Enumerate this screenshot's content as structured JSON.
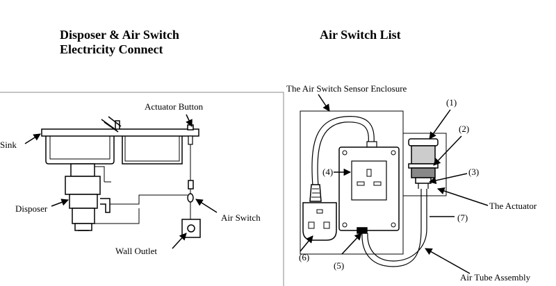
{
  "titles": {
    "left_line1": "Disposer & Air Switch",
    "left_line2": "Electricity Connect",
    "right": "Air Switch List"
  },
  "left_labels": {
    "sink": "Sink",
    "actuator_button": "Actuator Button",
    "disposer": "Disposer",
    "air_switch": "Air Switch",
    "wall_outlet": "Wall Outlet"
  },
  "right_labels": {
    "enclosure": "The Air Switch Sensor Enclosure",
    "actuator": "The Actuator",
    "air_tube": "Air Tube Assembly",
    "n1": "(1)",
    "n2": "(2)",
    "n3": "(3)",
    "n4": "(4)",
    "n5": "(5)",
    "n6": "(6)",
    "n7": "(7)"
  }
}
